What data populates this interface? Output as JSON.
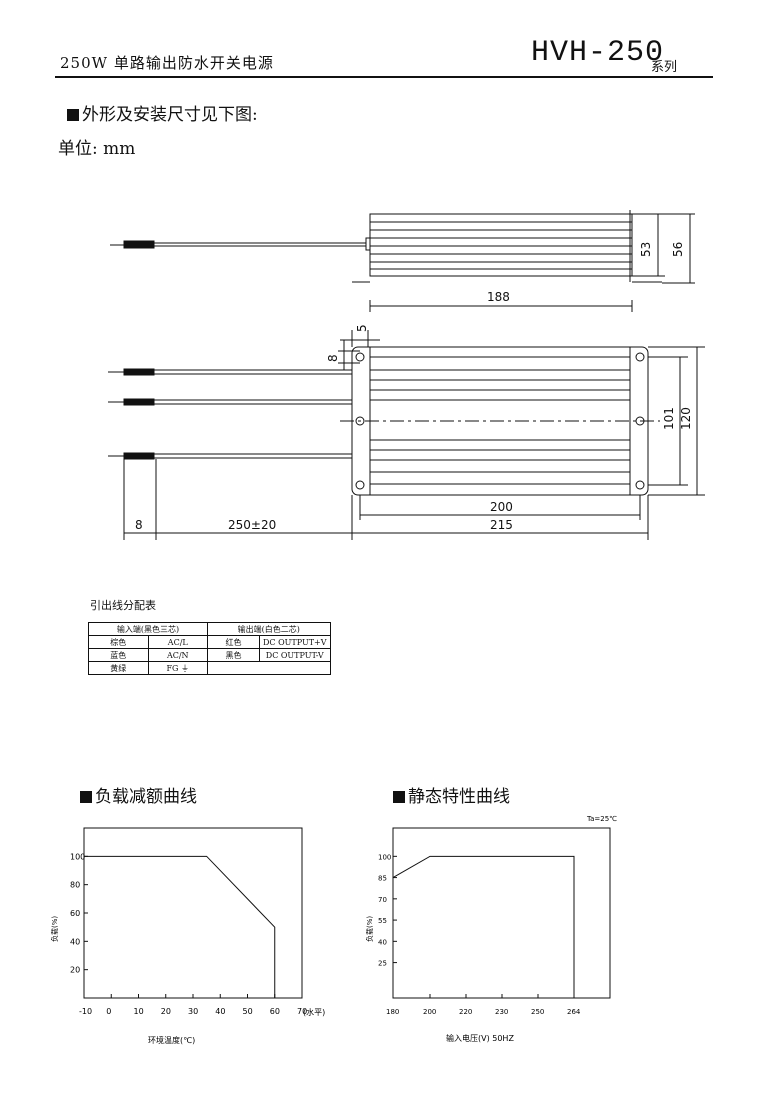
{
  "header": {
    "left_title": "250W 单路输出防水开关电源",
    "model": "HVH-250",
    "series": "系列"
  },
  "section_dims": {
    "title": "外形及安装尺寸见下图:",
    "unit": "单位: mm"
  },
  "drawing": {
    "side_view": {
      "dim_length": "188",
      "dim_h1": "53",
      "dim_h2": "56"
    },
    "top_view": {
      "dim_top_hole": "5",
      "dim_top_8": "8",
      "dim_101": "101",
      "dim_120": "120",
      "dim_200": "200",
      "dim_215": "215",
      "dim_wire_strip": "8",
      "dim_wire_len": "250±20"
    }
  },
  "wire_table": {
    "title": "引出线分配表",
    "header": [
      "输入端(黑色三芯)",
      "输出端(白色二芯)"
    ],
    "rows": [
      [
        "棕色",
        "AC/L",
        "红色",
        "DC OUTPUT+V"
      ],
      [
        "蓝色",
        "AC/N",
        "黑色",
        "DC OUTPUT-V"
      ],
      [
        "黄绿",
        "FG ⏚",
        "",
        ""
      ]
    ]
  },
  "charts": {
    "derating": {
      "title": "负载减额曲线",
      "ylabel": "负载(%)",
      "xlabel": "环境温度(℃)",
      "x_unit": "(水平)"
    },
    "static": {
      "title": "静态特性曲线",
      "ylabel": "负载(%)",
      "xlabel": "输入电压(V) 50HZ",
      "note": "Ta=25℃"
    }
  },
  "chart_data": [
    {
      "type": "line",
      "title": "负载减额曲线",
      "xlabel": "环境温度(℃)",
      "ylabel": "负载(%)",
      "x_ticks": [
        "-10",
        "0",
        "10",
        "20",
        "30",
        "40",
        "50",
        "60",
        "70"
      ],
      "y_ticks": [
        "20",
        "40",
        "60",
        "80",
        "100"
      ],
      "xlim": [
        -10,
        70
      ],
      "ylim": [
        0,
        120
      ],
      "x": [
        -10,
        35,
        60,
        60
      ],
      "y": [
        100,
        100,
        50,
        0
      ],
      "grid": false
    },
    {
      "type": "line",
      "title": "静态特性曲线",
      "xlabel": "输入电压(V) 50HZ",
      "ylabel": "负载(%)",
      "x_ticks": [
        "180",
        "200",
        "220",
        "230",
        "250",
        "264"
      ],
      "y_ticks": [
        "25",
        "40",
        "55",
        "70",
        "85",
        "100"
      ],
      "x": [
        180,
        200,
        264,
        264
      ],
      "y": [
        85,
        100,
        100,
        0
      ],
      "grid": false
    }
  ]
}
